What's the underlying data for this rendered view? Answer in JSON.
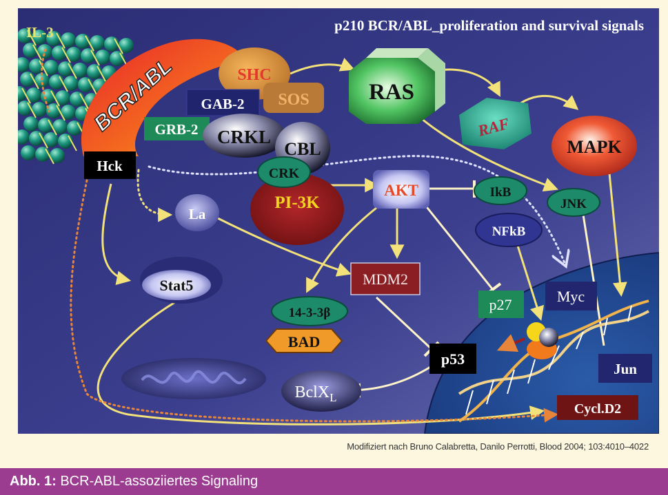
{
  "diagram": {
    "title": "p210 BCR/ABL_proliferation and survival signals",
    "nodes": {
      "il3": "IL-3",
      "bcr_abl": "BCR/ABL",
      "shc": "SHC",
      "sos": "SOS",
      "gab2": "GAB-2",
      "grb2": "GRB-2",
      "crkl": "CRKL",
      "cbl": "CBL",
      "crk": "CRK",
      "pi3k": "PI-3K",
      "hck": "Hck",
      "la": "La",
      "ras": "RAS",
      "raf": "RAF",
      "mapk": "MAPK",
      "jnk": "JNK",
      "akt": "AKT",
      "ikb": "IkB",
      "nfkb": "NFkB",
      "stat5": "Stat5",
      "mdm2": "MDM2",
      "p27": "p27",
      "myc": "Myc",
      "protein_1433": "14-3-3β",
      "bad": "BAD",
      "p53": "p53",
      "jun": "Jun",
      "bclxl_main": "BclX",
      "bclxl_sub": "L",
      "cycld2": "Cycl.D2"
    }
  },
  "credit": "Modifiziert nach Bruno Calabretta, Danilo Perrotti, Blood 2004; 103:4010–4022",
  "caption": {
    "label": "Abb. 1:",
    "text": " BCR-ABL-assoziiertes Signaling"
  },
  "colors": {
    "background": "#fdf7df",
    "panel": "#3c3f8c",
    "caption_bar": "#9b3c91",
    "arrow_yellow": "#f3e27a",
    "arrow_orange": "#e8853a"
  }
}
